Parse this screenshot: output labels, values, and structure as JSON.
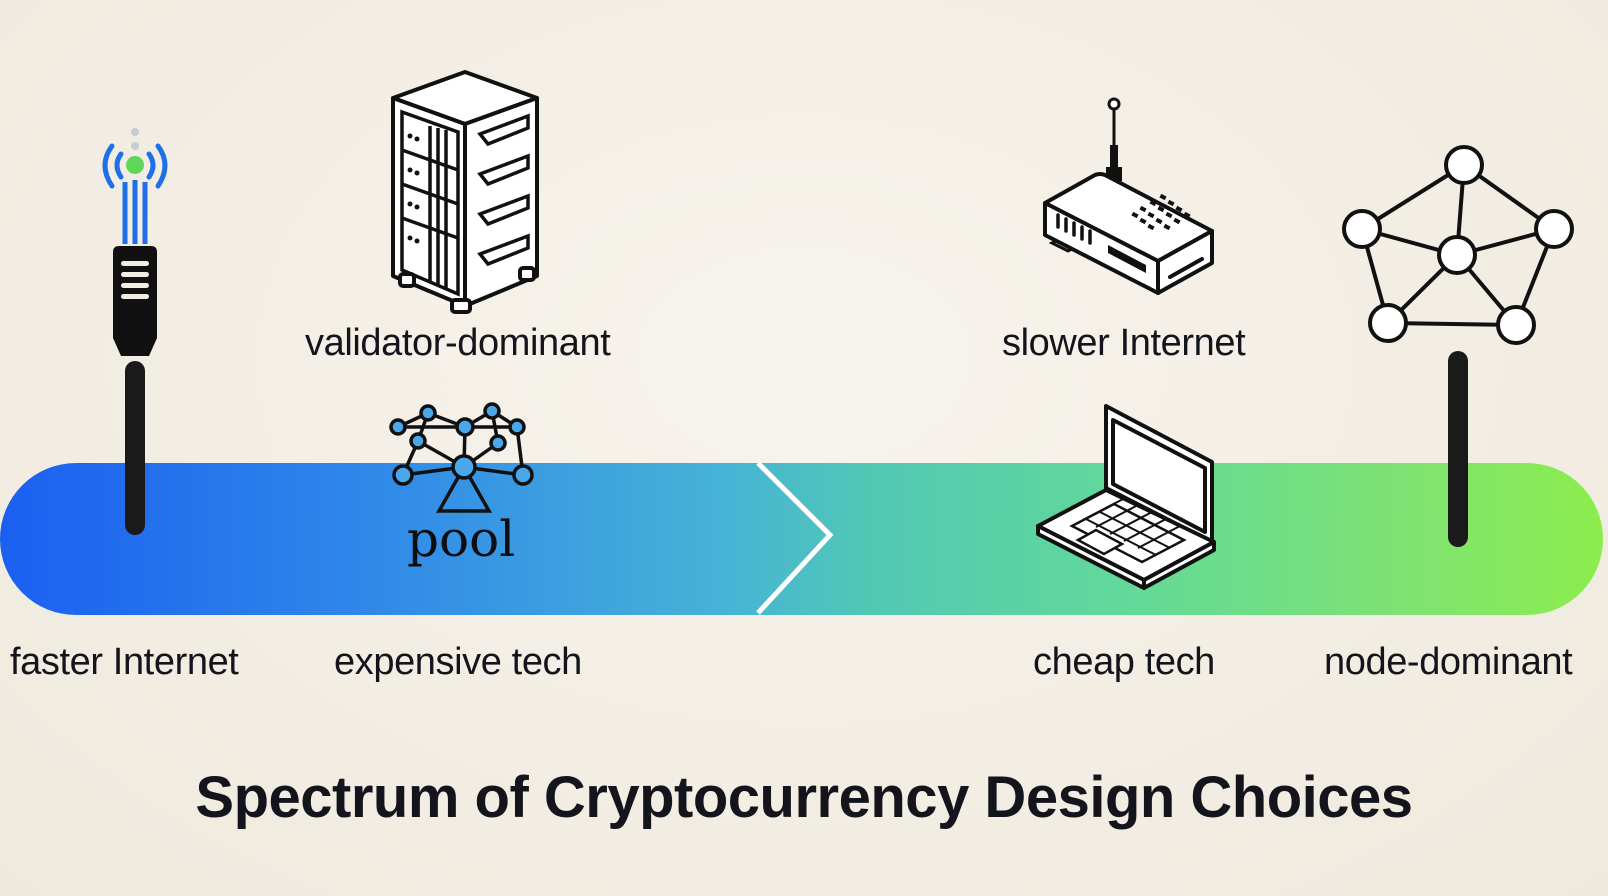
{
  "diagram": {
    "title": "Spectrum of Cryptocurrency Design Choices",
    "spectrum_bar": {
      "gradient_colors": [
        "#1b5ff0",
        "#46b3d7",
        "#62d99a",
        "#8ced4c"
      ],
      "direction_marker": "chevron-right"
    },
    "top_labels": [
      {
        "id": "validator-dominant",
        "text": "validator-dominant",
        "icon": "server-rack-icon"
      },
      {
        "id": "slower-internet",
        "text": "slower Internet",
        "icon": "router-icon"
      }
    ],
    "bottom_labels": [
      {
        "id": "faster-internet",
        "text": "faster Internet",
        "icon": "fast-network-cable-icon"
      },
      {
        "id": "expensive-tech",
        "text": "expensive tech",
        "icon": "mining-pool-icon"
      },
      {
        "id": "cheap-tech",
        "text": "cheap tech",
        "icon": "laptop-icon"
      },
      {
        "id": "node-dominant",
        "text": "node-dominant",
        "icon": "decentralized-network-icon"
      }
    ],
    "pool_label": "pool",
    "colors": {
      "background": "#f3eee4",
      "text": "#14141c",
      "icon_stroke": "#111111",
      "signal_blue": "#1f6fe8",
      "signal_green": "#5fd85a"
    }
  }
}
